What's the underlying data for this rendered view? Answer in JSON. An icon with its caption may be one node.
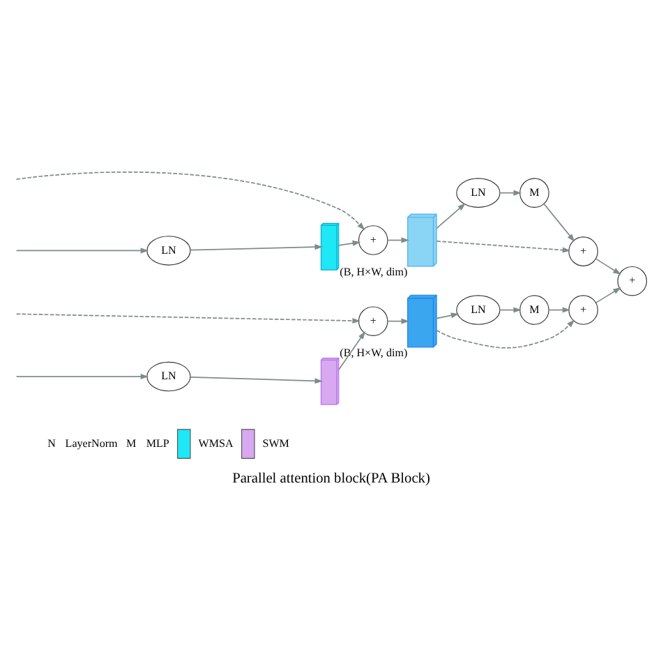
{
  "diagram": {
    "caption": "Parallel attention block(PA Block)",
    "nodes": [
      {
        "text": [
          "LN"
        ]
      },
      {
        "text": [],
        "shape": "box"
      },
      {
        "text": [
          "+"
        ]
      },
      {
        "text": [],
        "shape": "box",
        "beside": [
          "(B, H×W, dim)"
        ]
      },
      {
        "text": [
          "LN"
        ]
      },
      {
        "text": [
          "M"
        ]
      },
      {
        "text": [
          "+"
        ]
      },
      {
        "text": [
          "LN"
        ]
      },
      {
        "text": [],
        "shape": "box"
      },
      {
        "text": [
          "+"
        ]
      },
      {
        "text": [],
        "shape": "box",
        "beside": [
          "(B, H×W, dim)"
        ]
      },
      {
        "text": [
          "LN"
        ]
      },
      {
        "text": [
          "M"
        ]
      },
      {
        "text": [
          "+"
        ]
      },
      {
        "text": [
          "+"
        ]
      }
    ],
    "edges": [
      {
        "from": null,
        "to": 0,
        "arrow": "to"
      },
      {
        "from": 0,
        "to": 1,
        "arrow": "to"
      },
      {
        "from": 1,
        "to": 2,
        "arrow": "to"
      },
      {
        "from": null,
        "to": 2,
        "arrow": "to",
        "style": "dashed"
      },
      {
        "from": 2,
        "to": 3,
        "arrow": "to"
      },
      {
        "from": 3,
        "to": 4,
        "arrow": "to"
      },
      {
        "from": 3,
        "to": 6,
        "arrow": "to",
        "style": "dashed"
      },
      {
        "from": 4,
        "to": 5,
        "arrow": "to"
      },
      {
        "from": 5,
        "to": 6,
        "arrow": "to"
      },
      {
        "from": 6,
        "to": 14,
        "arrow": "to"
      },
      {
        "from": null,
        "to": 7,
        "arrow": "to"
      },
      {
        "from": 7,
        "to": 8,
        "arrow": "to"
      },
      {
        "from": 8,
        "to": 9,
        "arrow": "to"
      },
      {
        "from": null,
        "to": 9,
        "arrow": "to",
        "style": "dashed"
      },
      {
        "from": 9,
        "to": 10,
        "arrow": "to"
      },
      {
        "from": 10,
        "to": 11,
        "arrow": "to"
      },
      {
        "from": 10,
        "to": 13,
        "arrow": "to",
        "style": "dashed"
      },
      {
        "from": 11,
        "to": 12,
        "arrow": "to"
      },
      {
        "from": 12,
        "to": 13,
        "arrow": "to"
      },
      {
        "from": 13,
        "to": 14,
        "arrow": "to"
      }
    ],
    "labels": [
      "N",
      "M"
    ],
    "legend": [
      {
        "text": "LayerNorm"
      },
      {
        "text": "MLP"
      },
      {
        "text": "WMSA",
        "color": "#1ee8f5"
      },
      {
        "text": "SWM",
        "color": "#d8a8f0"
      }
    ]
  }
}
